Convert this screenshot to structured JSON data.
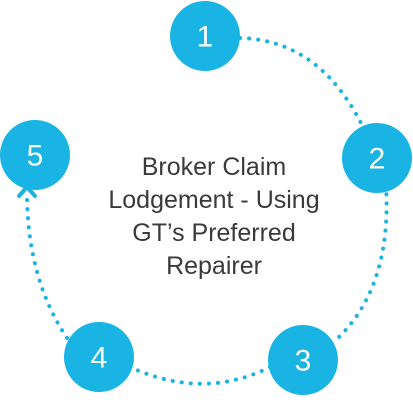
{
  "diagram": {
    "title_lines": [
      "Broker Claim",
      "Lodgement - Using",
      "GT’s Preferred",
      "Repairer"
    ],
    "steps": [
      {
        "label": "1"
      },
      {
        "label": "2"
      },
      {
        "label": "3"
      },
      {
        "label": "4"
      },
      {
        "label": "5"
      }
    ],
    "colors": {
      "node": "#19b4e3",
      "connector": "#19b4e3",
      "text": "#3a3a3a"
    }
  }
}
